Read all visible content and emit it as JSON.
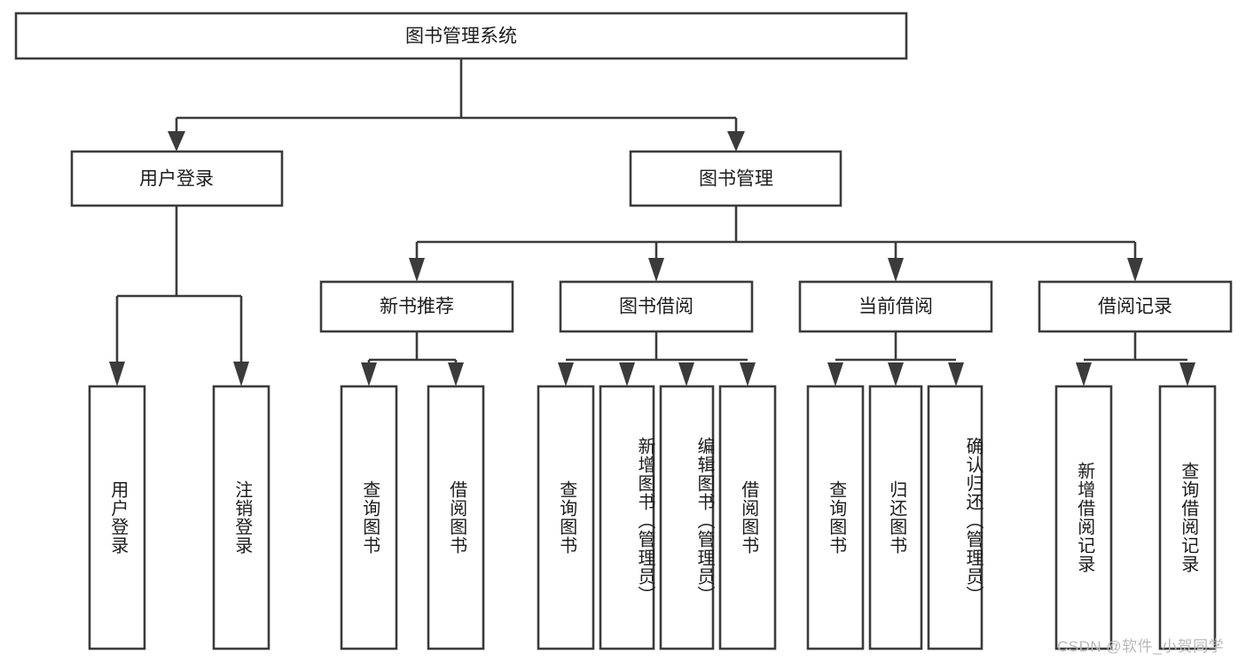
{
  "diagram": {
    "type": "tree",
    "title": "图书管理系统",
    "style": {
      "box_fill": "#ffffff",
      "box_stroke": "#3b3b3b",
      "text_color": "#1c1c1c",
      "background": "#ffffff",
      "watermark_color": "#b9b9b9"
    },
    "root": {
      "id": "root",
      "label": "图书管理系统",
      "orientation": "horizontal"
    },
    "level2": [
      {
        "id": "user-login",
        "label": "用户登录",
        "orientation": "horizontal"
      },
      {
        "id": "book-management",
        "label": "图书管理",
        "orientation": "horizontal"
      }
    ],
    "level3": [
      {
        "id": "new-book-recommend",
        "label": "新书推荐",
        "orientation": "horizontal",
        "parent": "book-management"
      },
      {
        "id": "book-borrow",
        "label": "图书借阅",
        "orientation": "horizontal",
        "parent": "book-management"
      },
      {
        "id": "current-borrow",
        "label": "当前借阅",
        "orientation": "horizontal",
        "parent": "book-management"
      },
      {
        "id": "borrow-record",
        "label": "借阅记录",
        "orientation": "horizontal",
        "parent": "book-management"
      }
    ],
    "leaves": [
      {
        "id": "leaf-user-login",
        "label": "用户登录",
        "orientation": "vertical",
        "parent": "user-login"
      },
      {
        "id": "leaf-logout",
        "label": "注销登录",
        "orientation": "vertical",
        "parent": "user-login"
      },
      {
        "id": "leaf-query-book-1",
        "label": "查询图书",
        "orientation": "vertical",
        "parent": "new-book-recommend"
      },
      {
        "id": "leaf-borrow-book-1",
        "label": "借阅图书",
        "orientation": "vertical",
        "parent": "new-book-recommend"
      },
      {
        "id": "leaf-query-book-2",
        "label": "查询图书",
        "orientation": "vertical",
        "parent": "book-borrow"
      },
      {
        "id": "leaf-add-book",
        "label": "新增图书（管理员）",
        "orientation": "vertical",
        "parent": "book-borrow"
      },
      {
        "id": "leaf-edit-book",
        "label": "编辑图书（管理员）",
        "orientation": "vertical",
        "parent": "book-borrow"
      },
      {
        "id": "leaf-borrow-book-2",
        "label": "借阅图书",
        "orientation": "vertical",
        "parent": "book-borrow"
      },
      {
        "id": "leaf-query-book-3",
        "label": "查询图书",
        "orientation": "vertical",
        "parent": "current-borrow"
      },
      {
        "id": "leaf-return-book",
        "label": "归还图书",
        "orientation": "vertical",
        "parent": "current-borrow"
      },
      {
        "id": "leaf-confirm-return",
        "label": "确认归还（管理员）",
        "orientation": "vertical",
        "parent": "current-borrow"
      },
      {
        "id": "leaf-add-record",
        "label": "新增借阅记录",
        "orientation": "vertical",
        "parent": "borrow-record"
      },
      {
        "id": "leaf-query-record",
        "label": "查询借阅记录",
        "orientation": "vertical",
        "parent": "borrow-record"
      }
    ]
  },
  "watermark": {
    "text": "CSDN @软件_小贺同学"
  }
}
